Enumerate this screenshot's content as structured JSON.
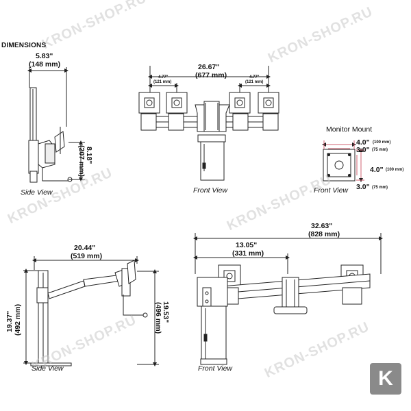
{
  "title": "DIMENSIONS",
  "watermark": "KRON-SHOP.RU",
  "badge": "K",
  "top_side": {
    "width_in": "5.83\"",
    "width_mm": "(148 mm)",
    "height_in": "8.18\"",
    "height_mm": "(207 mm)",
    "caption": "Side View"
  },
  "top_front": {
    "width_in": "26.67\"",
    "width_mm": "(677 mm)",
    "left_spacing_in": "4.77\"",
    "left_spacing_mm": "(121 mm)",
    "right_spacing_in": "4.77\"",
    "right_spacing_mm": "(121 mm)",
    "caption": "Front View"
  },
  "monitor_mount": {
    "title": "Monitor Mount",
    "w_outer_in": "4.0\"",
    "w_outer_mm": "(100 mm)",
    "w_inner_in": "3.0\"",
    "w_inner_mm": "(75 mm)",
    "h_outer_in": "4.0\"",
    "h_outer_mm": "(100 mm)",
    "h_inner_in": "3.0\"",
    "h_inner_mm": "(75 mm)",
    "caption": "Front View"
  },
  "bottom_side": {
    "reach_in": "20.44\"",
    "reach_mm": "(519 mm)",
    "left_h_in": "19.37\"",
    "left_h_mm": "(492 mm)",
    "right_h_in": "19.53\"",
    "right_h_mm": "(496 mm)",
    "caption": "Side View"
  },
  "bottom_front": {
    "width_in": "32.63\"",
    "width_mm": "(828 mm)",
    "half_in": "13.05\"",
    "half_mm": "(331 mm)",
    "caption": "Front View"
  },
  "colors": {
    "line": "#222222",
    "mount_accent": "#d06070",
    "watermark": "#c9c9c9"
  }
}
